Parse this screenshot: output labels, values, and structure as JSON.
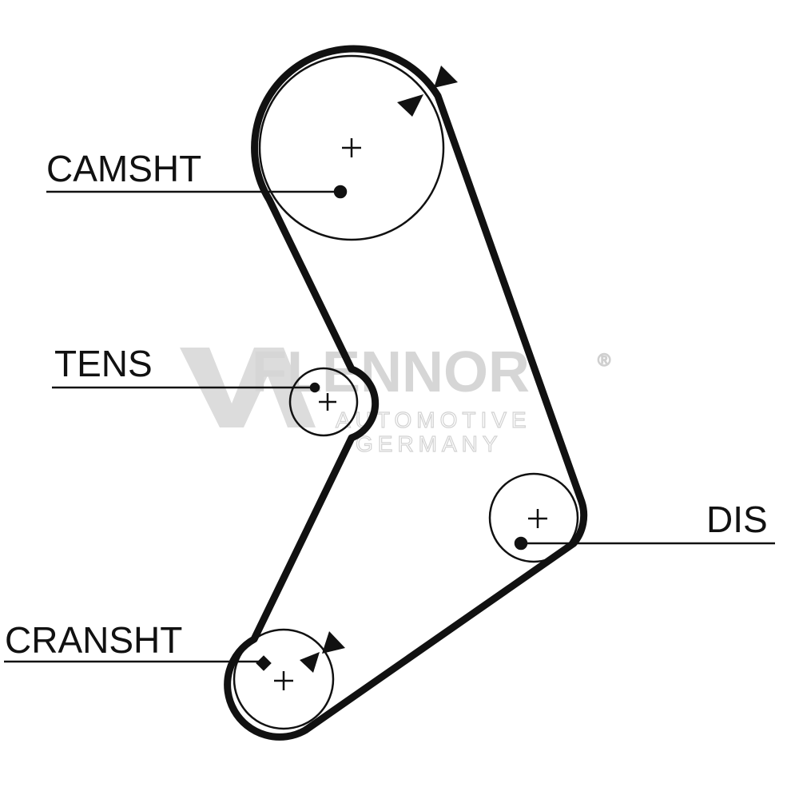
{
  "labels": {
    "camshaft": "CAMSHT",
    "tensioner": "TENS",
    "distributor": "DIS",
    "crankshaft": "CRANSHT"
  },
  "watermark": {
    "brand": "FLENNOR",
    "registered": "®",
    "line1": "AUTOMOTIVE",
    "line2": "GERMANY"
  },
  "colors": {
    "belt": "#111111",
    "pulley": "#111111",
    "watermark": "#d6d6d6",
    "background": "#ffffff"
  }
}
